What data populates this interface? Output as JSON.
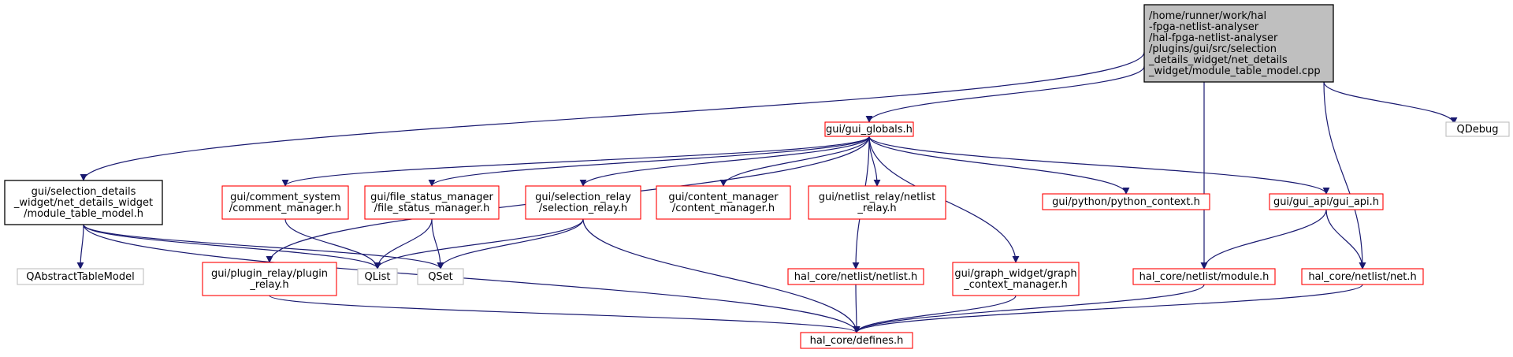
{
  "colors": {
    "edge": "#191970",
    "root_fill": "#bfbfbf",
    "root_border": "#000000",
    "local_border": "#000000",
    "project_border": "#ff0000",
    "system_border": "#bfbfbf",
    "fill": "#ffffff"
  },
  "nodes": [
    {
      "id": "root",
      "kind": "root",
      "lines": [
        "/home/runner/work/hal",
        "-fpga-netlist-analyser",
        "/hal-fpga-netlist-analyser",
        "/plugins/gui/src/selection",
        "_details_widget/net_details",
        "_widget/module_table_model.cpp"
      ]
    },
    {
      "id": "gui_globals",
      "kind": "project",
      "lines": [
        "gui/gui_globals.h"
      ]
    },
    {
      "id": "qdebug",
      "kind": "system",
      "lines": [
        "QDebug"
      ]
    },
    {
      "id": "mtm_h",
      "kind": "local",
      "lines": [
        "gui/selection_details",
        "_widget/net_details_widget",
        "/module_table_model.h"
      ]
    },
    {
      "id": "comment",
      "kind": "project",
      "lines": [
        "gui/comment_system",
        "/comment_manager.h"
      ]
    },
    {
      "id": "file_status",
      "kind": "project",
      "lines": [
        "gui/file_status_manager",
        "/file_status_manager.h"
      ]
    },
    {
      "id": "selection_relay",
      "kind": "project",
      "lines": [
        "gui/selection_relay",
        "/selection_relay.h"
      ]
    },
    {
      "id": "content_manager",
      "kind": "project",
      "lines": [
        "gui/content_manager",
        "/content_manager.h"
      ]
    },
    {
      "id": "netlist_relay",
      "kind": "project",
      "lines": [
        "gui/netlist_relay/netlist",
        "_relay.h"
      ]
    },
    {
      "id": "python_context",
      "kind": "project",
      "lines": [
        "gui/python/python_context.h"
      ]
    },
    {
      "id": "gui_api",
      "kind": "project",
      "lines": [
        "gui/gui_api/gui_api.h"
      ]
    },
    {
      "id": "qabstract",
      "kind": "system",
      "lines": [
        "QAbstractTableModel"
      ]
    },
    {
      "id": "plugin_relay",
      "kind": "project",
      "lines": [
        "gui/plugin_relay/plugin",
        "_relay.h"
      ]
    },
    {
      "id": "qlist",
      "kind": "system",
      "lines": [
        "QList"
      ]
    },
    {
      "id": "qset",
      "kind": "system",
      "lines": [
        "QSet"
      ]
    },
    {
      "id": "netlist_h",
      "kind": "project",
      "lines": [
        "hal_core/netlist/netlist.h"
      ]
    },
    {
      "id": "graph_ctx",
      "kind": "project",
      "lines": [
        "gui/graph_widget/graph",
        "_context_manager.h"
      ]
    },
    {
      "id": "module_h",
      "kind": "project",
      "lines": [
        "hal_core/netlist/module.h"
      ]
    },
    {
      "id": "net_h",
      "kind": "project",
      "lines": [
        "hal_core/netlist/net.h"
      ]
    },
    {
      "id": "defines",
      "kind": "project",
      "lines": [
        "hal_core/defines.h"
      ]
    }
  ],
  "edges": [
    [
      "root",
      "mtm_h"
    ],
    [
      "root",
      "gui_globals"
    ],
    [
      "root",
      "module_h"
    ],
    [
      "root",
      "net_h"
    ],
    [
      "root",
      "qdebug"
    ],
    [
      "gui_globals",
      "plugin_relay"
    ],
    [
      "gui_globals",
      "comment"
    ],
    [
      "gui_globals",
      "file_status"
    ],
    [
      "gui_globals",
      "selection_relay"
    ],
    [
      "gui_globals",
      "content_manager"
    ],
    [
      "gui_globals",
      "netlist_relay"
    ],
    [
      "gui_globals",
      "netlist_h"
    ],
    [
      "gui_globals",
      "graph_ctx"
    ],
    [
      "gui_globals",
      "python_context"
    ],
    [
      "gui_globals",
      "gui_api"
    ],
    [
      "mtm_h",
      "qabstract"
    ],
    [
      "mtm_h",
      "qlist"
    ],
    [
      "mtm_h",
      "qset"
    ],
    [
      "mtm_h",
      "defines"
    ],
    [
      "comment",
      "qlist"
    ],
    [
      "file_status",
      "qlist"
    ],
    [
      "file_status",
      "qset"
    ],
    [
      "selection_relay",
      "qlist"
    ],
    [
      "selection_relay",
      "qset"
    ],
    [
      "selection_relay",
      "defines"
    ],
    [
      "gui_api",
      "module_h"
    ],
    [
      "gui_api",
      "net_h"
    ],
    [
      "plugin_relay",
      "defines"
    ],
    [
      "netlist_h",
      "defines"
    ],
    [
      "graph_ctx",
      "defines"
    ],
    [
      "module_h",
      "defines"
    ],
    [
      "net_h",
      "defines"
    ]
  ]
}
